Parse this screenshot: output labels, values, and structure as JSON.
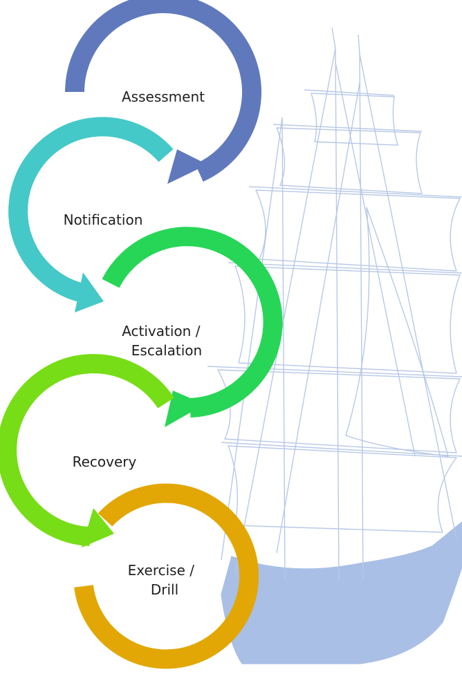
{
  "steps": [
    {
      "label_lines": [
        "Assessment"
      ],
      "color": "#6079bd"
    },
    {
      "label_lines": [
        "Notification"
      ],
      "color": "#45c8c8"
    },
    {
      "label_lines": [
        "Activation /",
        "Escalation"
      ],
      "color": "#27d657"
    },
    {
      "label_lines": [
        "Recovery"
      ],
      "color": "#77dd17"
    },
    {
      "label_lines": [
        "Exercise /",
        "Drill"
      ],
      "color": "#e2a704"
    }
  ],
  "colors": {
    "ship_line": "#b7c8e6",
    "ship_hull": "#a9bfe6"
  }
}
